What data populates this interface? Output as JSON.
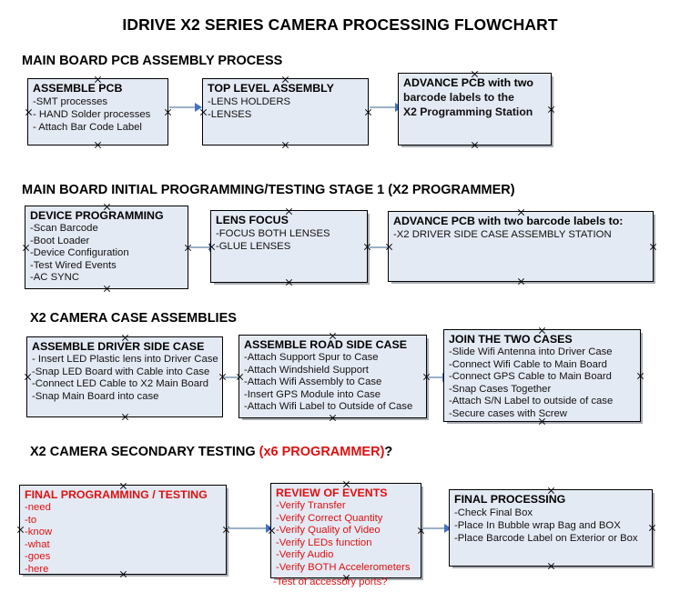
{
  "document": {
    "title": "IDRIVE X2  SERIES CAMERA PROCESSING FLOWCHART"
  },
  "colors": {
    "node_fill": "#e4eaf4",
    "node_border": "#000000",
    "arrow_shaft": "#9bb0c6",
    "arrow_head": "#4472c4",
    "accent_red": "#e01010",
    "text": "#000000"
  },
  "sections": [
    {
      "heading": "MAIN BOARD PCB ASSEMBLY PROCESS",
      "heading_accent": "",
      "heading_suffix": "",
      "nodes": [
        {
          "title": "ASSEMBLE PCB",
          "lines": [
            "-SMT processes",
            "- HAND Solder processes",
            "- Attach Bar Code Label"
          ]
        },
        {
          "title": "TOP LEVEL ASSEMBLY",
          "lines": [
            "-LENS HOLDERS",
            "-LENSES"
          ]
        },
        {
          "title": "ADVANCE PCB with two",
          "lines": [
            "barcode labels to the",
            " X2 Programming Station"
          ]
        }
      ]
    },
    {
      "heading": "MAIN BOARD INITIAL PROGRAMMING/TESTING STAGE 1 (X2 PROGRAMMER)",
      "heading_accent": "",
      "heading_suffix": "",
      "nodes": [
        {
          "title": "DEVICE PROGRAMMING",
          "lines": [
            "-Scan Barcode",
            "-Boot Loader",
            "-Device Configuration",
            "-Test Wired Events",
            "-AC SYNC"
          ]
        },
        {
          "title": "LENS FOCUS",
          "lines": [
            "-FOCUS BOTH LENSES",
            "-GLUE LENSES"
          ]
        },
        {
          "title": "ADVANCE PCB with two barcode labels to:",
          "lines": [
            "-X2 DRIVER  SIDE  CASE  ASSEMBLY STATION"
          ]
        }
      ]
    },
    {
      "heading": "X2 CAMERA CASE ASSEMBLIES",
      "heading_accent": "",
      "heading_suffix": "",
      "nodes": [
        {
          "title": "ASSEMBLE DRIVER SIDE CASE",
          "lines": [
            "- Insert LED Plastic lens into Driver Case",
            "-Snap LED Board with Cable into Case",
            "-Connect LED Cable to X2 Main Board",
            "-Snap Main Board into case"
          ]
        },
        {
          "title": "ASSEMBLE ROAD SIDE CASE",
          "lines": [
            "-Attach Support Spur to Case",
            "-Attach Windshield Support",
            "-Attach Wifi Assembly to Case",
            "-Insert GPS Module into Case",
            "-Attach Wifi Label to Outside of Case"
          ]
        },
        {
          "title": "JOIN THE TWO CASES",
          "lines": [
            "-Slide Wifi Antenna into Driver Case",
            "-Connect Wifi Cable to Main Board",
            "-Connect GPS Cable to Main Board",
            "-Snap Cases Together",
            "-Attach S/N Label to outside of case",
            "-Secure cases with Screw"
          ]
        }
      ]
    },
    {
      "heading": "X2 CAMERA SECONDARY TESTING ",
      "heading_accent": "(x6 PROGRAMMER)",
      "heading_suffix": "?",
      "nodes": [
        {
          "title": "FINAL PROGRAMMING / TESTING",
          "lines": [
            "-need",
            "-to",
            "-know",
            "-what",
            "-goes",
            "-here"
          ]
        },
        {
          "title": "REVIEW OF EVENTS",
          "lines": [
            "-Verify Transfer",
            "-Verify Correct Quantity",
            "-Verify Quality of Video",
            "-Verify LEDs function",
            "-Verify Audio",
            "-Verify BOTH Accelerometers"
          ],
          "overflow_line": "-Test of accessory ports?"
        },
        {
          "title": "FINAL PROCESSING",
          "lines": [
            " -Check Final Box",
            "-Place In Bubble wrap Bag and BOX",
            "-Place Barcode Label on Exterior or Box"
          ]
        }
      ]
    }
  ]
}
